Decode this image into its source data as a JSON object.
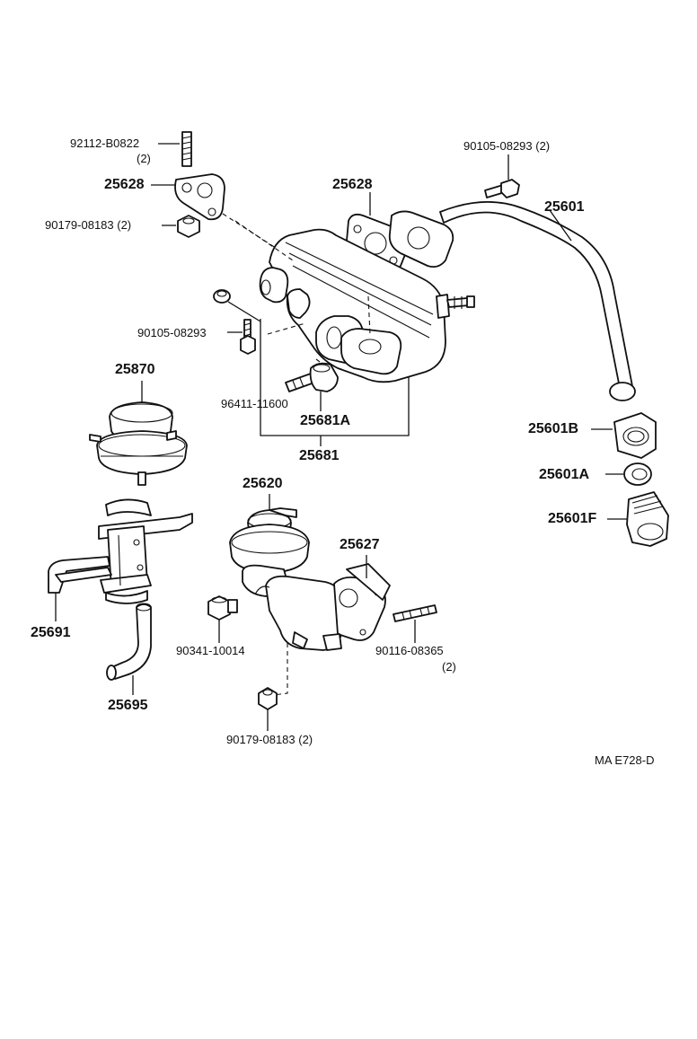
{
  "parts": {
    "p92112": {
      "number": "92112-B0822",
      "qty": "(2)"
    },
    "p25628_left": "25628",
    "p90179_top": "90179-08183 (2)",
    "p90105_top": "90105-08293 (2)",
    "p25628_right": "25628",
    "p25601": "25601",
    "p90105_mid": "90105-08293",
    "p25870": "25870",
    "p96411": "96411-11600",
    "p25681A": "25681A",
    "p25681": "25681",
    "p25601B": "25601B",
    "p25601A": "25601A",
    "p25601F": "25601F",
    "p25620": "25620",
    "p25627": "25627",
    "p25691": "25691",
    "p90341": "90341-10014",
    "p90116": {
      "number": "90116-08365",
      "qty": "(2)"
    },
    "p25695": "25695",
    "p90179_bottom": "90179-08183 (2)"
  },
  "figure_code": "MA E728-D"
}
